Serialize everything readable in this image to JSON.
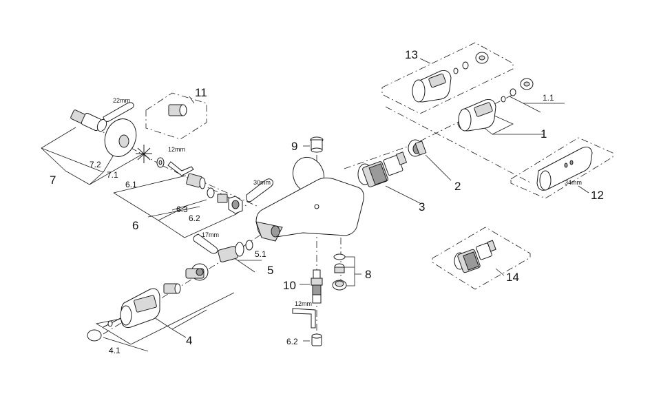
{
  "labels": {
    "p1": "1",
    "p1_1": "1.1",
    "p2": "2",
    "p3": "3",
    "p4": "4",
    "p4_1": "4.1",
    "p5": "5",
    "p5_1": "5.1",
    "p6": "6",
    "p6_1": "6.1",
    "p6_2": "6.2",
    "p6_3": "6.3",
    "p6_2b": "6.2",
    "p7": "7",
    "p7_1": "7.1",
    "p7_2": "7.2",
    "p8": "8",
    "p9": "9",
    "p10": "10",
    "p11": "11",
    "p12": "12",
    "p13": "13",
    "p14": "14"
  },
  "tool_sizes": {
    "wrench_22": "22mm",
    "wrench_12_top": "12mm",
    "wrench_30": "30mm",
    "wrench_17": "17mm",
    "wrench_12_bottom": "12mm",
    "tool_34": "34mm"
  },
  "colors": {
    "line": "#1a1a1a",
    "fill_light": "#d9d9d9",
    "fill_dark": "#9a9a9a"
  }
}
